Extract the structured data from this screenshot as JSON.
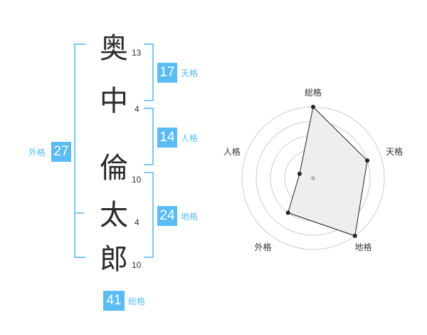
{
  "name": {
    "chars": [
      {
        "char": "奥",
        "strokes": "13"
      },
      {
        "char": "中",
        "strokes": "4"
      },
      {
        "char": "倫",
        "strokes": "10"
      },
      {
        "char": "太",
        "strokes": "4"
      },
      {
        "char": "郎",
        "strokes": "10"
      }
    ]
  },
  "fortunes": {
    "tenkaku": {
      "value": "17",
      "label": "天格"
    },
    "jinkaku": {
      "value": "14",
      "label": "人格"
    },
    "chikaku": {
      "value": "24",
      "label": "地格"
    },
    "gaikaku": {
      "value": "27",
      "label": "外格"
    },
    "soukaku": {
      "value": "41",
      "label": "総格"
    }
  },
  "chart_data": {
    "type": "radar",
    "axes": [
      "総格",
      "天格",
      "地格",
      "外格",
      "人格"
    ],
    "values": [
      5,
      4,
      5,
      3,
      1
    ],
    "max": 5,
    "rings": 5
  },
  "colors": {
    "accent": "#5bbcf3",
    "bracket": "#7cc6f0",
    "radar_fill": "#eeeeee",
    "radar_line": "#222222",
    "grid": "#cccccc"
  }
}
